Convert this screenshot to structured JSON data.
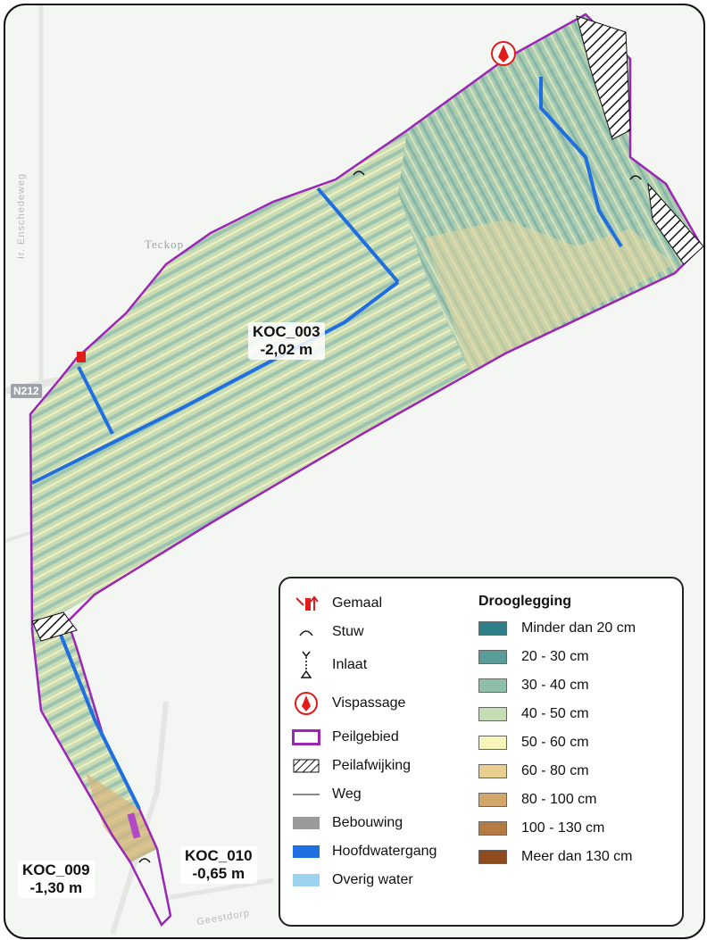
{
  "map": {
    "areas": [
      {
        "code": "KOC_003",
        "level": "-2,02 m"
      },
      {
        "code": "KOC_009",
        "level": "-1,30 m"
      },
      {
        "code": "KOC_010",
        "level": "-0,65 m"
      }
    ],
    "places": {
      "teckop": "Teckop",
      "road_n212": "N212",
      "street_enschede": "Ir. Enschedeweg",
      "street_geest": "Geestdorp"
    }
  },
  "legend": {
    "symbols": [
      {
        "icon": "gemaal-icon",
        "label": "Gemaal"
      },
      {
        "icon": "stuw-icon",
        "label": "Stuw"
      },
      {
        "icon": "inlaat-icon",
        "label": "Inlaat"
      },
      {
        "icon": "vispassage-icon",
        "label": "Vispassage"
      },
      {
        "icon": "peilgebied-icon",
        "label": "Peilgebied"
      },
      {
        "icon": "peilafwijking-icon",
        "label": "Peilafwijking"
      },
      {
        "icon": "weg-icon",
        "label": "Weg"
      },
      {
        "icon": "bebouwing-icon",
        "label": "Bebouwing"
      },
      {
        "icon": "hoofdwatergang-icon",
        "label": "Hoofdwatergang"
      },
      {
        "icon": "overig-water-icon",
        "label": "Overig water"
      }
    ],
    "drooglegging_title": "Drooglegging",
    "drooglegging": [
      {
        "label": "Minder dan 20 cm",
        "color": "#2f7f8a"
      },
      {
        "label": "20 - 30 cm",
        "color": "#5a9c97"
      },
      {
        "label": "30 - 40 cm",
        "color": "#8fbfa8"
      },
      {
        "label": "40 - 50 cm",
        "color": "#c6dcb2"
      },
      {
        "label": "50 - 60 cm",
        "color": "#f6f4b9"
      },
      {
        "label": "60 - 80 cm",
        "color": "#e8cf8f"
      },
      {
        "label": "80 - 100 cm",
        "color": "#d1a869"
      },
      {
        "label": "100 - 130 cm",
        "color": "#b47a42"
      },
      {
        "label": "Meer dan 130 cm",
        "color": "#8f4a1e"
      }
    ],
    "colors": {
      "gemaal": "#e21b1b",
      "peilgebied": "#9b26b6",
      "weg": "#888888",
      "bebouwing": "#9a9a9a",
      "hoofdwatergang": "#1f6fe0",
      "overig_water": "#9bd3f0"
    }
  }
}
